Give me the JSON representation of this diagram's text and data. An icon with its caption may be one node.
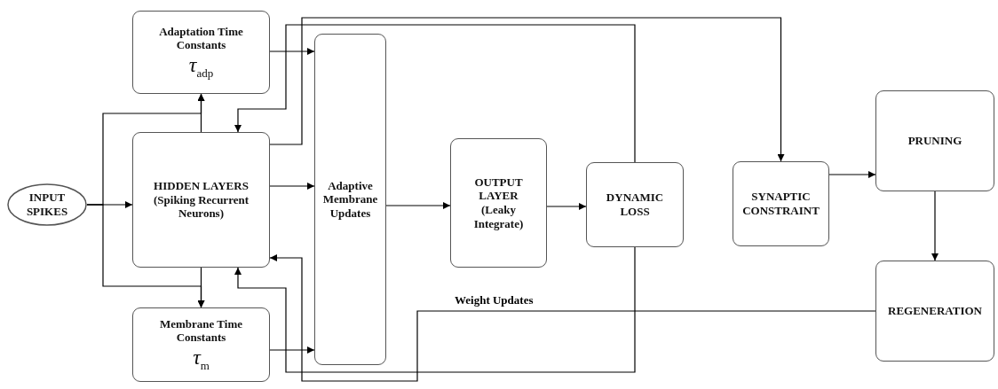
{
  "diagram": {
    "nodes": [
      {
        "text": [
          "INPUT SPIKES"
        ]
      },
      {
        "text": [
          "Adaptation Time Constants",
          "τ$_{adp}$"
        ]
      },
      {
        "text": [
          "HIDDEN LAYERS (Spiking Recurrent Neurons)"
        ]
      },
      {
        "text": [
          "Membrane Time Constants",
          "τ$_{m}$"
        ]
      },
      {
        "text": [
          "Adaptive Membrane Updates"
        ]
      },
      {
        "text": [
          "OUTPUT LAYER (Leaky Integrate)"
        ]
      },
      {
        "text": [
          "DYNAMIC LOSS"
        ]
      },
      {
        "text": [
          "SYNAPTIC CONSTRAINT"
        ]
      },
      {
        "text": [
          "PRUNING"
        ]
      },
      {
        "text": [
          "REGENERATION"
        ]
      }
    ],
    "edges": [
      {
        "from": 0,
        "to": 2,
        "arrow": "to"
      },
      {
        "from": 0,
        "to": 1,
        "arrow": "to"
      },
      {
        "from": 0,
        "to": 3,
        "arrow": "to"
      },
      {
        "from": 2,
        "to": 1,
        "arrow": "to"
      },
      {
        "from": 2,
        "to": 3,
        "arrow": "to"
      },
      {
        "from": 1,
        "to": 4,
        "arrow": "to"
      },
      {
        "from": 2,
        "to": 4,
        "arrow": "to"
      },
      {
        "from": 3,
        "to": 4,
        "arrow": "to"
      },
      {
        "from": 4,
        "to": 5,
        "arrow": "to"
      },
      {
        "from": 5,
        "to": 6,
        "arrow": "to"
      },
      {
        "from": 6,
        "to": 2,
        "arrow": "to"
      },
      {
        "from": 6,
        "to": 2,
        "arrow": "to"
      },
      {
        "from": 2,
        "to": 7,
        "arrow": "to"
      },
      {
        "from": 7,
        "to": 8,
        "arrow": "to"
      },
      {
        "from": 8,
        "to": 9,
        "arrow": "to"
      },
      {
        "from": 9,
        "to": 2,
        "arrow": "to",
        "label": "Weight Updates"
      }
    ]
  }
}
